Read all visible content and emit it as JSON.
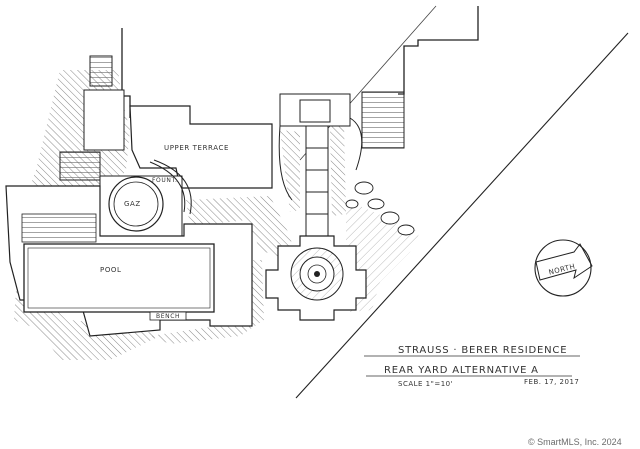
{
  "labels": {
    "upper_terrace": "UPPER TERRACE",
    "fountain": "FOUNT.",
    "gaz": "GAZ",
    "pool": "POOL",
    "bench": "BENCH",
    "north": "NORTH"
  },
  "title_block": {
    "line1": "STRAUSS · BERER RESIDENCE",
    "line2": "REAR YARD ALTERNATIVE A",
    "scale": "SCALE 1\"=10'",
    "date": "FEB. 17, 2017"
  },
  "watermark": "© SmartMLS, Inc. 2024",
  "colors": {
    "ink": "#333333",
    "watermark": "#6b6b6b"
  }
}
